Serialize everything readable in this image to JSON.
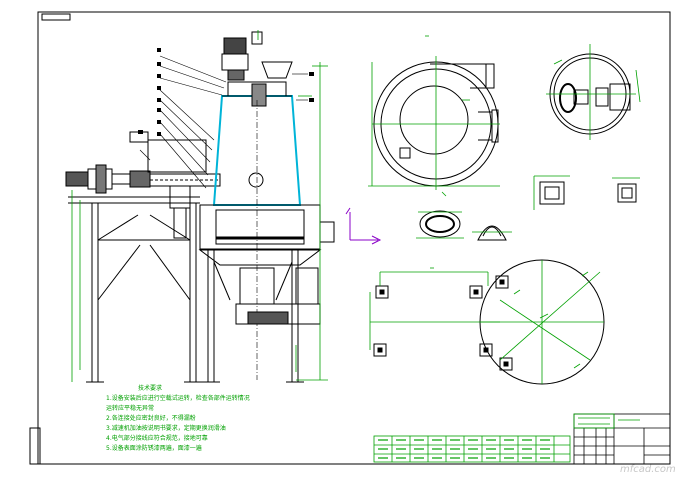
{
  "drawing": {
    "title_tag": "",
    "watermark": "mfcad.com",
    "notes": {
      "heading": "技术要求",
      "lines": [
        "1.设备安装后应进行空载试运转，检查各部件运转情况",
        "  运转应平稳无异常",
        "2.各连接处应密封良好，不得漏粉",
        "3.减速机加油按说明书要求，定期更换润滑油",
        "4.电气部分接线应符合规范，接地可靠",
        "5.设备表面涂防锈漆两遍，面漆一遍"
      ]
    }
  },
  "colors": {
    "frame": "#000000",
    "dimension": "#00a000",
    "cone": "#00b4d8",
    "arrow": "#8a00c8",
    "watermark": "#c8c8c8"
  }
}
